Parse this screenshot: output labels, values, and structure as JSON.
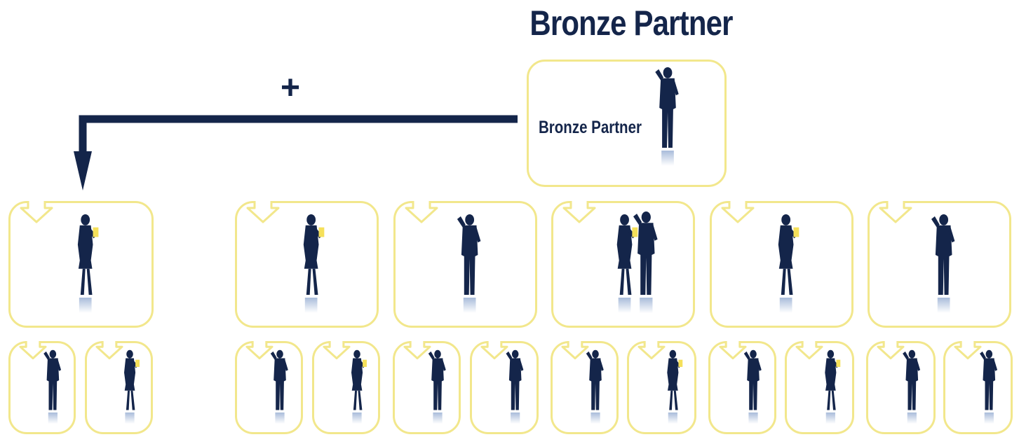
{
  "title": "Bronze Partner",
  "top_box": {
    "label": "Bronze Partner"
  },
  "connector": {
    "sign": "+"
  },
  "colors": {
    "navy": "#14254a",
    "box_border": "#f2e78c",
    "document_yellow": "#f5e05a",
    "reflection": "#9fb4d6"
  },
  "level2": [
    {
      "figure": "woman-with-document"
    },
    {
      "figure": "woman-gesturing"
    },
    {
      "figure": "man-talking-on-phone"
    },
    {
      "figure": "couple-with-documents"
    },
    {
      "figure": "woman-with-document"
    },
    {
      "figure": "man-talking-on-phone"
    }
  ],
  "level3": [
    {
      "figure": "man-thinking"
    },
    {
      "figure": "woman-with-document"
    },
    {
      "figure": "man-thinking"
    },
    {
      "figure": "woman-with-document"
    },
    {
      "figure": "man-gesturing"
    },
    {
      "figure": "man-on-phone"
    },
    {
      "figure": "man-thinking"
    },
    {
      "figure": "woman-with-document"
    },
    {
      "figure": "man-thinking"
    },
    {
      "figure": "woman-with-document"
    },
    {
      "figure": "man-gesturing"
    },
    {
      "figure": "man-on-phone"
    }
  ]
}
